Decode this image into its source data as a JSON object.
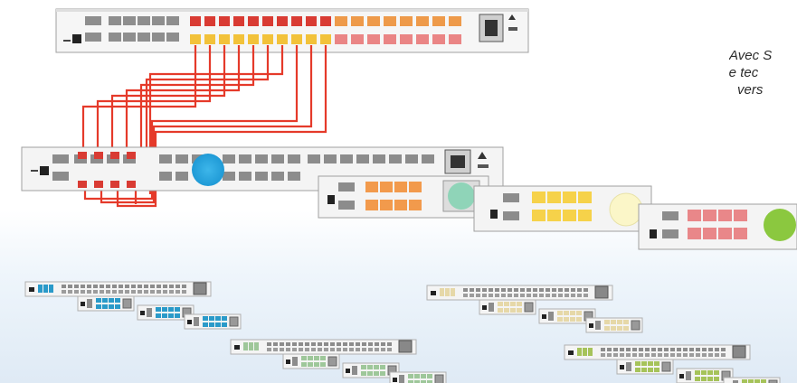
{
  "caption": {
    "lines": [
      "Avec S",
      "une tec",
      "vers"
    ]
  },
  "colors": {
    "background": "#ffffff",
    "bottom_gradient": "#dfeaf5",
    "panel_face": "#f4f4f4",
    "panel_border": "#9a9a9a",
    "port_gray": "#8c8c8c",
    "cable_red": "#e53a2a",
    "port_red": "#d93b33",
    "port_yellow": "#f2c23a",
    "port_orange": "#ee9a4a",
    "port_pink": "#ea8585",
    "module_orange": "#f29a4c",
    "module_yellow": "#f6d24a",
    "module_pink": "#e98789",
    "circle_blue": "#27a9e1",
    "circle_teal": "#8fd4b8",
    "circle_cream": "#fbf6c8",
    "circle_green": "#8bc83f",
    "mini_blue": "#2a9ac9",
    "mini_beige": "#e6d8a8",
    "mini_sage": "#9ec79a",
    "mini_olive": "#a6c35a"
  },
  "icons": [
    "rack-panel-icon",
    "patch-cable-icon",
    "power-module-icon",
    "fiber-connector-icon"
  ]
}
